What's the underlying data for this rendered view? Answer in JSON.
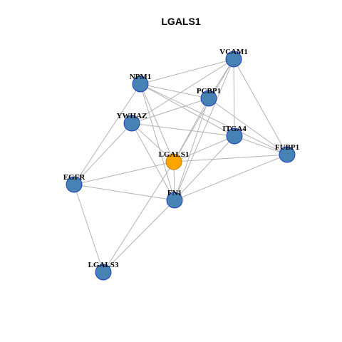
{
  "title": "LGALS1",
  "colors": {
    "node_fill": "#4682B4",
    "node_stroke": "#1f3fbf",
    "hub_fill": "#FFA500",
    "hub_stroke": "#c77d00",
    "edge": "#b3b3b3"
  },
  "nodes": [
    {
      "id": "VCAM1",
      "label": "VCAM1",
      "hub": false
    },
    {
      "id": "NPM1",
      "label": "NPM1",
      "hub": false
    },
    {
      "id": "PCBP1",
      "label": "PCBP1",
      "hub": false
    },
    {
      "id": "YWHAZ",
      "label": "YWHAZ",
      "hub": false
    },
    {
      "id": "ITGA4",
      "label": "ITGA4",
      "hub": false
    },
    {
      "id": "FUBP1",
      "label": "FUBP1",
      "hub": false
    },
    {
      "id": "LGALS1",
      "label": "LGALS1",
      "hub": true
    },
    {
      "id": "EGFR",
      "label": "EGFR",
      "hub": false
    },
    {
      "id": "FN1",
      "label": "FN1",
      "hub": false
    },
    {
      "id": "LGALS3",
      "label": "LGALS3",
      "hub": false
    }
  ],
  "edges": [
    [
      "VCAM1",
      "NPM1"
    ],
    [
      "VCAM1",
      "PCBP1"
    ],
    [
      "VCAM1",
      "YWHAZ"
    ],
    [
      "VCAM1",
      "ITGA4"
    ],
    [
      "VCAM1",
      "FUBP1"
    ],
    [
      "VCAM1",
      "LGALS1"
    ],
    [
      "VCAM1",
      "FN1"
    ],
    [
      "NPM1",
      "PCBP1"
    ],
    [
      "NPM1",
      "ITGA4"
    ],
    [
      "NPM1",
      "FUBP1"
    ],
    [
      "NPM1",
      "LGALS1"
    ],
    [
      "NPM1",
      "FN1"
    ],
    [
      "NPM1",
      "EGFR"
    ],
    [
      "PCBP1",
      "YWHAZ"
    ],
    [
      "PCBP1",
      "FUBP1"
    ],
    [
      "PCBP1",
      "LGALS1"
    ],
    [
      "PCBP1",
      "FN1"
    ],
    [
      "YWHAZ",
      "ITGA4"
    ],
    [
      "YWHAZ",
      "EGFR"
    ],
    [
      "YWHAZ",
      "LGALS1"
    ],
    [
      "YWHAZ",
      "FN1"
    ],
    [
      "ITGA4",
      "FUBP1"
    ],
    [
      "ITGA4",
      "LGALS1"
    ],
    [
      "ITGA4",
      "FN1"
    ],
    [
      "FUBP1",
      "LGALS1"
    ],
    [
      "FUBP1",
      "FN1"
    ],
    [
      "LGALS1",
      "EGFR"
    ],
    [
      "LGALS1",
      "FN1"
    ],
    [
      "LGALS1",
      "LGALS3"
    ],
    [
      "EGFR",
      "FN1"
    ],
    [
      "EGFR",
      "LGALS3"
    ],
    [
      "FN1",
      "LGALS3"
    ]
  ]
}
